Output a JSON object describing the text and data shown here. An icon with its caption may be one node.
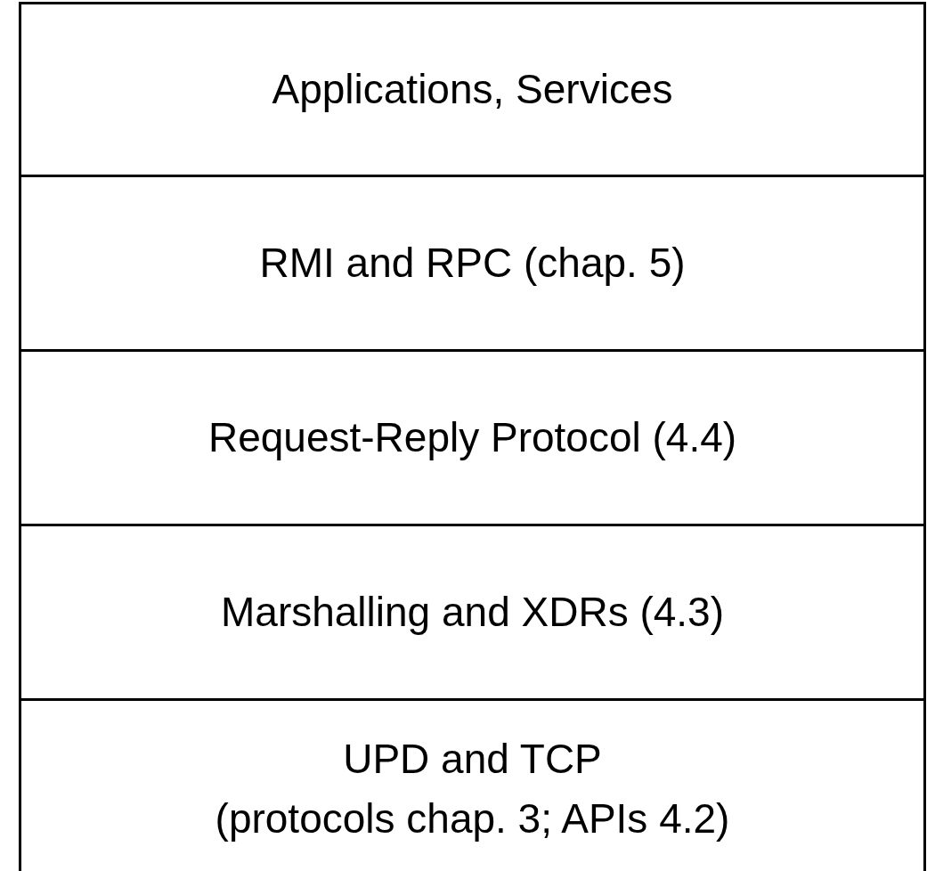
{
  "diagram": {
    "nodes": [
      {
        "text": [
          "Applications, Services"
        ]
      },
      {
        "text": [
          "RMI and RPC (chap. 5)"
        ]
      },
      {
        "text": [
          "Request-Reply Protocol (4.4)"
        ]
      },
      {
        "text": [
          "Marshalling and XDRs (4.3)"
        ]
      },
      {
        "text": [
          "UPD and TCP",
          "(protocols chap. 3; APIs 4.2)"
        ]
      }
    ]
  }
}
